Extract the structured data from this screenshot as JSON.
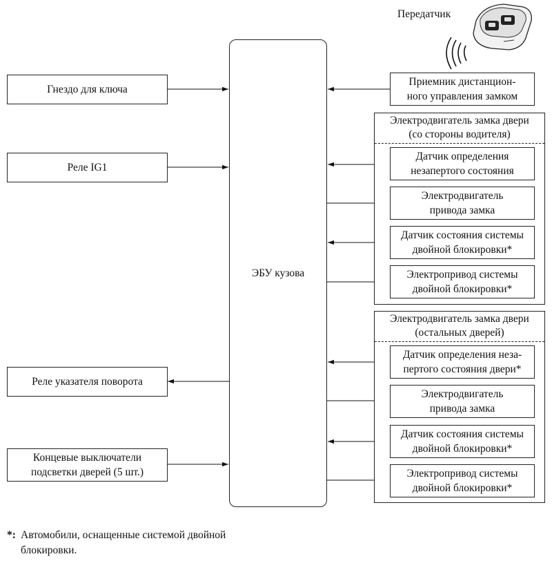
{
  "transmitter": {
    "label": "Передатчик",
    "icon": "key-fob-transmitter-icon"
  },
  "ecu": {
    "label": "ЭБУ кузова"
  },
  "left_blocks": {
    "key_slot": {
      "label": "Гнездо для ключа"
    },
    "ig1_relay": {
      "label": "Реле IG1"
    },
    "turn_relay": {
      "label": "Реле указателя поворота"
    },
    "courtesy_switches": {
      "line1": "Концевые выключатели",
      "line2": "подсветки дверей (5 шт.)"
    }
  },
  "receiver": {
    "line1": "Приемник дистанцион-",
    "line2": "ного управления замком"
  },
  "driver_group": {
    "title1": "Электродвигатель замка двери",
    "title2": "(со стороны водителя)",
    "items": [
      {
        "line1": "Датчик определения",
        "line2": "незапертого состояния"
      },
      {
        "line1": "Электродвигатель",
        "line2": "привода замка"
      },
      {
        "line1": "Датчик состояния системы",
        "line2": "двойной блокировки*"
      },
      {
        "line1": "Электропривод системы",
        "line2": "двойной блокировки*"
      }
    ]
  },
  "other_group": {
    "title1": "Электродвигатель замка двери",
    "title2": "(остальных дверей)",
    "items": [
      {
        "line1": "Датчик определения неза-",
        "line2": "пертого состояния двери*"
      },
      {
        "line1": "Электродвигатель",
        "line2": "привода замка"
      },
      {
        "line1": "Датчик состояния системы",
        "line2": "двойной блокировки*"
      },
      {
        "line1": "Электропривод системы",
        "line2": "двойной блокировки*"
      }
    ]
  },
  "footnote": {
    "marker": "*:",
    "line1": "Автомобили, оснащенные системой двойной",
    "line2": "блокировки."
  }
}
